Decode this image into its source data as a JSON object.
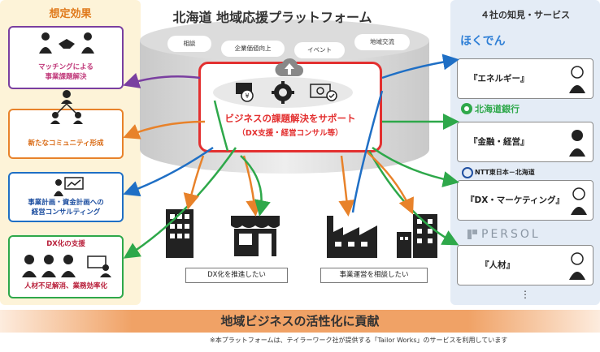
{
  "left": {
    "title": "想定効果",
    "boxes": [
      {
        "lines": [
          "マッチングによる",
          "事業課題解決"
        ]
      },
      {
        "lines": [
          "新たなコミュニティ形成"
        ]
      },
      {
        "lines": [
          "事業計画・資金計画への",
          "経営コンサルティング"
        ]
      },
      {
        "heading": "DX化の支援",
        "lines": [
          "人材不足解消、業務効率化"
        ]
      }
    ]
  },
  "platform": {
    "title": "北海道 地域応援プラットフォーム",
    "tags": [
      "相談",
      "企業価値向上",
      "イベント",
      "地域交流"
    ],
    "main": "ビジネスの課題解決をサポート",
    "sub": "（DX支援・経営コンサル等）"
  },
  "right": {
    "title": "４社の知見・サービス",
    "companies": [
      {
        "logo": "ほくでん",
        "service": "『エネルギー』"
      },
      {
        "logo": "北海道銀行",
        "service": "『金融・経営』"
      },
      {
        "logo": "NTT東日本－北海道",
        "service": "『DX・マーケティング』"
      },
      {
        "logo": "PERSOL",
        "service": "『人材』"
      }
    ],
    "more": "⋮"
  },
  "captions": {
    "dx": "DX化を推進したい",
    "biz": "事業運営を相談したい"
  },
  "banner": "地域ビジネスの活性化に貢献",
  "footnote": "※本プラットフォームは、テイラーワーク社が提供する「Tailor Works」のサービスを利用しています",
  "colors": {
    "orange": "#e8822a",
    "green": "#2ea84a",
    "blue": "#1f6fc5",
    "purple": "#7a3fa0",
    "red": "#e33030"
  }
}
